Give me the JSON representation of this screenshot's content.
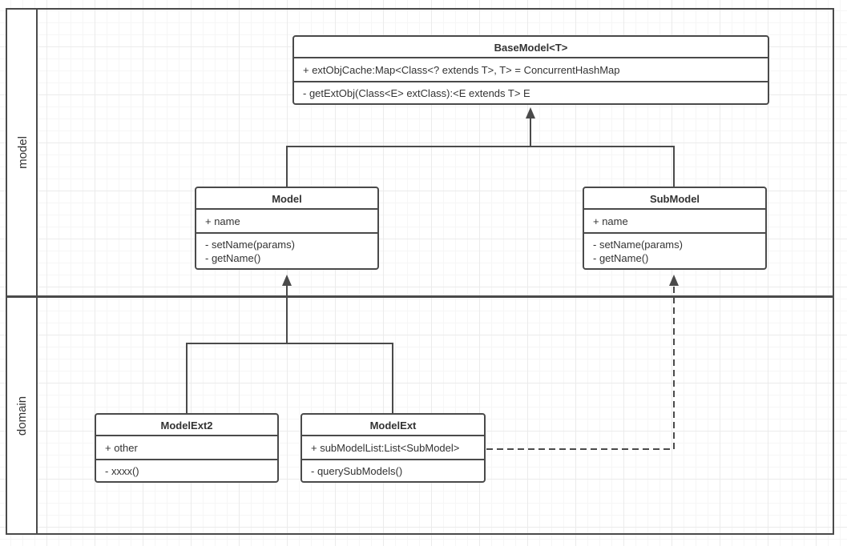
{
  "lanes": {
    "model_label": "model",
    "domain_label": "domain"
  },
  "classes": {
    "base_model": {
      "title": "BaseModel<T>",
      "attributes": [
        "+ extObjCache:Map<Class<? extends T>, T> = ConcurrentHashMap"
      ],
      "methods": [
        "- getExtObj(Class<E> extClass):<E extends T> E"
      ]
    },
    "model": {
      "title": "Model",
      "attributes": [
        "+ name"
      ],
      "methods": [
        "- setName(params)",
        "- getName()"
      ]
    },
    "sub_model": {
      "title": "SubModel",
      "attributes": [
        "+ name"
      ],
      "methods": [
        "- setName(params)",
        "- getName()"
      ]
    },
    "model_ext2": {
      "title": "ModelExt2",
      "attributes": [
        "+ other"
      ],
      "methods": [
        "- xxxx()"
      ]
    },
    "model_ext": {
      "title": "ModelExt",
      "attributes": [
        "+ subModelList:List<SubModel>"
      ],
      "methods": [
        "- querySubModels()"
      ]
    }
  },
  "connectors": [
    {
      "name": "model-and-submodel-extend-basemodel",
      "style": "solid",
      "arrow": "filled-triangle-up"
    },
    {
      "name": "modelext2-and-modelext-extend-model",
      "style": "solid",
      "arrow": "filled-triangle-up"
    },
    {
      "name": "modelext-dashed-dependency-to-submodel",
      "style": "dashed",
      "arrow": "filled-triangle-up"
    }
  ],
  "colors": {
    "line": "#4a4a4a",
    "text": "#333333",
    "shape_fill": "#ffffff",
    "grid_minor": "#f6f6f6",
    "grid_major": "#ebebeb"
  }
}
